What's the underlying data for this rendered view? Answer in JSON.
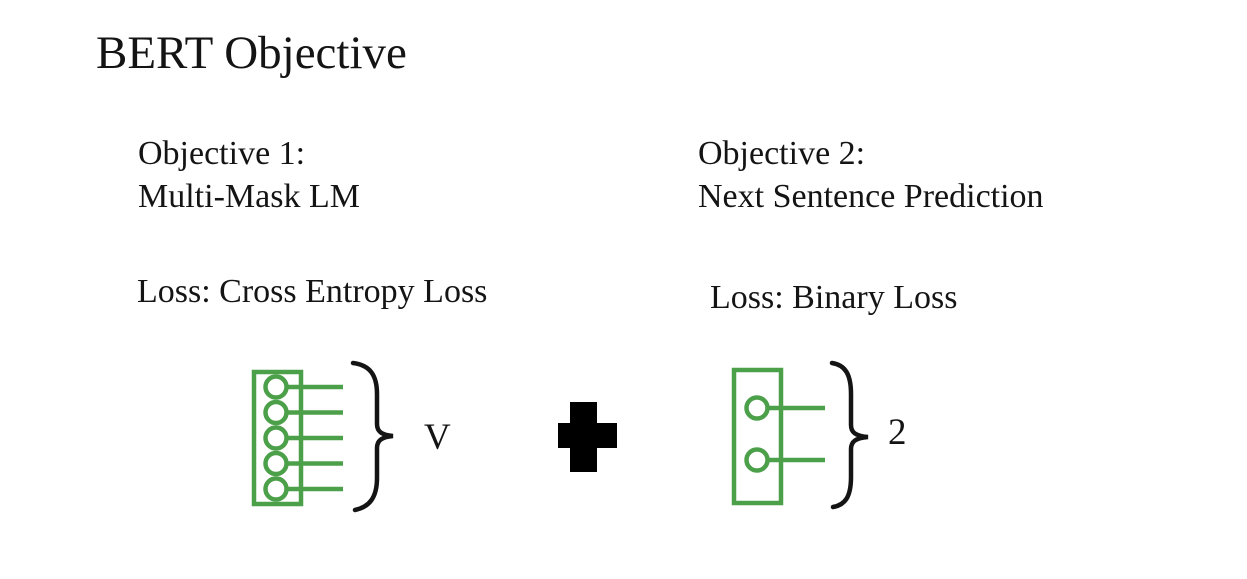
{
  "slide": {
    "title": "BERT Objective"
  },
  "colors": {
    "diagram_green": "#4da04a",
    "ink": "#141414",
    "plus_black": "#000000",
    "background": "#ffffff"
  },
  "objectives": {
    "one": {
      "heading_line1": "Objective 1:",
      "heading_line2": "Multi-Mask LM",
      "loss": "Loss: Cross Entropy Loss",
      "brace_label": "V",
      "output_units": 5
    },
    "two": {
      "heading_line1": "Objective 2:",
      "heading_line2": "Next Sentence Prediction",
      "loss": "Loss: Binary Loss",
      "brace_label": "2",
      "output_units": 2
    }
  },
  "operator": {
    "name": "plus"
  }
}
